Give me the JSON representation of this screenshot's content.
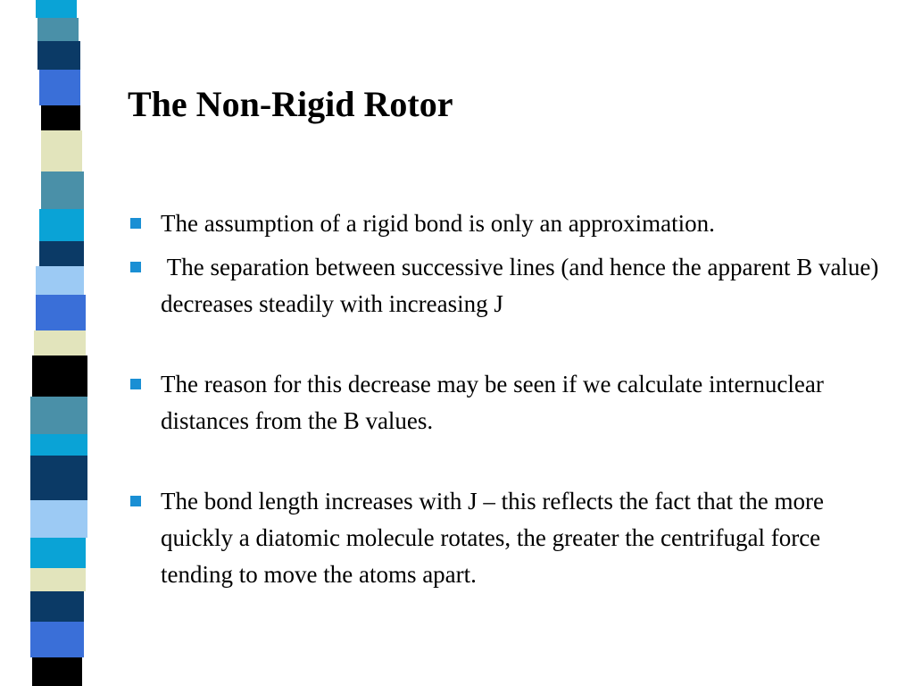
{
  "slide": {
    "title": "The Non-Rigid Rotor",
    "bullets": [
      {
        "text": "The assumption of a rigid bond is only an approximation."
      },
      {
        "text": " The separation between successive lines (and hence the apparent B value) decreases steadily with increasing J"
      },
      {
        "text": "The reason for this decrease may be seen if we calculate internuclear distances from the B values."
      },
      {
        "text": "The bond length increases with J – this reflects the fact that the more quickly a diatomic molecule rotates, the greater the centrifugal force tending to move the atoms apart."
      }
    ]
  },
  "theme": {
    "bullet_color": "#1a8fd4",
    "stripe_colors": {
      "cyan": "#0aa3d6",
      "teal": "#4a90a8",
      "navy": "#0b3a66",
      "blue": "#3a6fd8",
      "black": "#000000",
      "cream": "#e2e4bc",
      "light_blue": "#9ccaf4",
      "white": "#ffffff"
    }
  }
}
